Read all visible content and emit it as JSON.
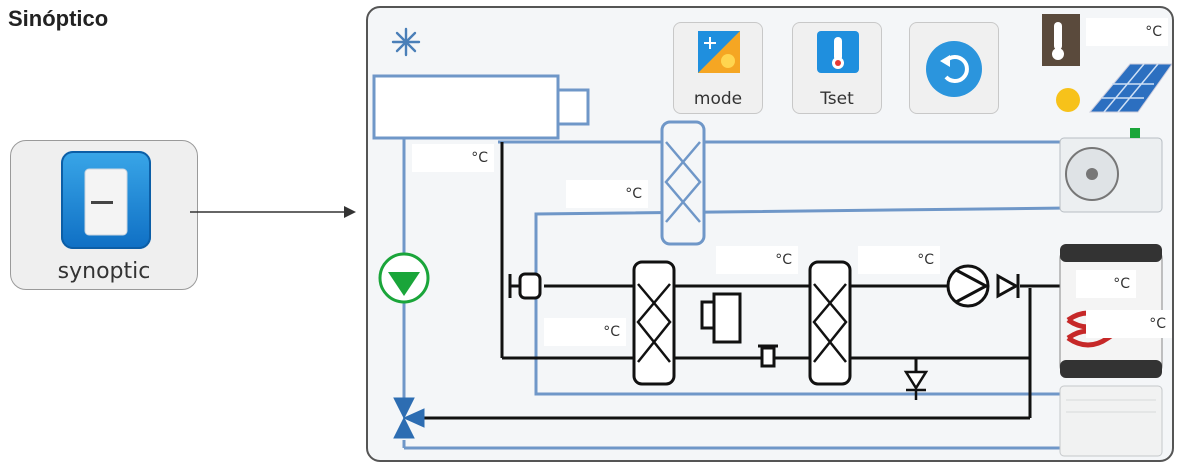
{
  "page": {
    "title": "Sinóptico"
  },
  "app": {
    "label": "synoptic",
    "icon": "synoptic-app-icon"
  },
  "toolbar": {
    "mode_label": "mode",
    "tset_label": "Tset",
    "mode_icon": "mode-icon",
    "tset_icon": "thermometer-icon",
    "back_icon": "back-arrow-icon"
  },
  "readings": {
    "outdoor": "°C",
    "supply": "°C",
    "mixing": "°C",
    "exchanger_left": "°C",
    "exchanger_mid": "°C",
    "exchanger_right": "°C",
    "tank_top": "°C",
    "tank_bottom": "°C"
  },
  "status": {
    "mode_icon": "snowflake-icon"
  },
  "colors": {
    "water": "#6f97c8",
    "refrigerant": "#111111",
    "pump": "#1aa53a",
    "button_blue": "#1f8fde"
  }
}
